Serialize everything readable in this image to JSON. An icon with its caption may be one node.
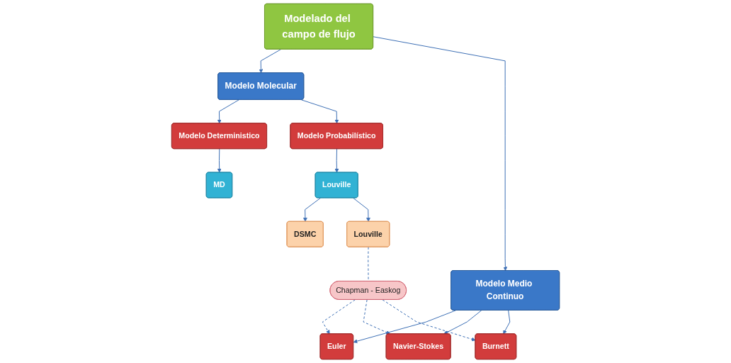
{
  "diagram": {
    "nodes": [
      {
        "text": [
          "Modelado del campo de flujo"
        ]
      },
      {
        "text": [
          "Modelo Molecular"
        ]
      },
      {
        "text": [
          "Modelo Medio Continuo"
        ]
      },
      {
        "text": [
          "Modelo Deterministico"
        ]
      },
      {
        "text": [
          "Modelo Probabilístico"
        ]
      },
      {
        "text": [
          "Euler"
        ]
      },
      {
        "text": [
          "Navier-Stokes"
        ]
      },
      {
        "text": [
          "Burnett"
        ]
      },
      {
        "text": [
          "MD"
        ]
      },
      {
        "text": [
          "Louville"
        ]
      },
      {
        "text": [
          "Chapman - Easkog"
        ]
      },
      {
        "text": [
          "DSMC"
        ]
      },
      {
        "text": [
          "Louville"
        ]
      }
    ],
    "edges": [
      {
        "from": 0,
        "to": 1,
        "arrow": "to"
      },
      {
        "from": 0,
        "to": 2,
        "arrow": "to"
      },
      {
        "from": 1,
        "to": 3,
        "arrow": "to"
      },
      {
        "from": 1,
        "to": 4,
        "arrow": "to"
      },
      {
        "from": 2,
        "to": 5,
        "arrow": "to"
      },
      {
        "from": 2,
        "to": 6,
        "arrow": "to"
      },
      {
        "from": 2,
        "to": 7,
        "arrow": "to"
      },
      {
        "from": 3,
        "to": 8,
        "arrow": "to"
      },
      {
        "from": 4,
        "to": 9,
        "arrow": "to"
      },
      {
        "from": 9,
        "to": 11,
        "arrow": "to"
      },
      {
        "from": 9,
        "to": 12,
        "arrow": "to"
      },
      {
        "from": 10,
        "to": 5,
        "arrow": "to",
        "style": "dashed"
      },
      {
        "from": 10,
        "to": 6,
        "arrow": "to",
        "style": "dashed"
      },
      {
        "from": 10,
        "to": 7,
        "arrow": "to",
        "style": "dashed"
      },
      {
        "from": 12,
        "to": 10,
        "arrow": "none",
        "style": "dashed"
      }
    ]
  }
}
